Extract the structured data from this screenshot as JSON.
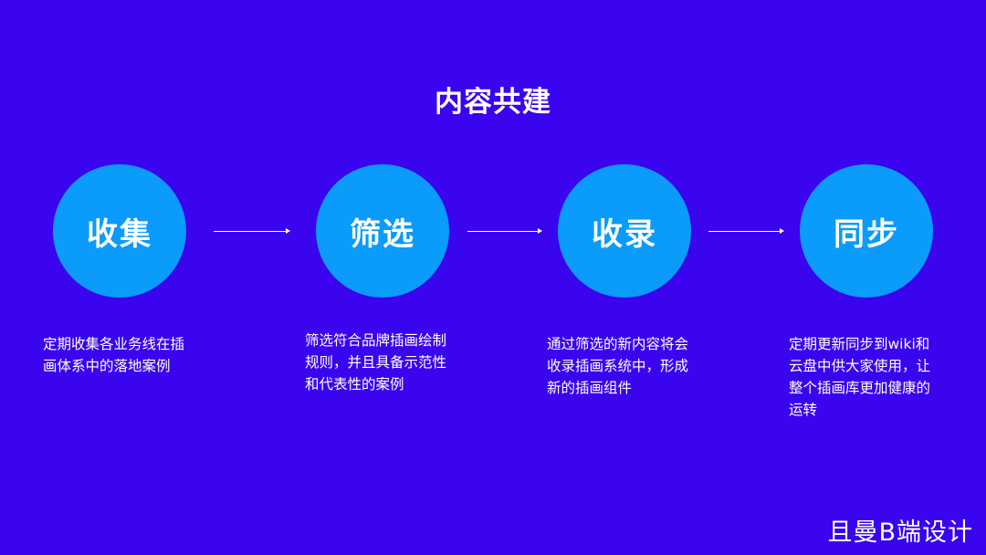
{
  "title": "内容共建",
  "steps": [
    {
      "label": "收集",
      "description": "定期收集各业务线在插\n画体系中的落地案例"
    },
    {
      "label": "筛选",
      "description": "筛选符合品牌插画绘制\n规则，并且具备示范性\n和代表性的案例"
    },
    {
      "label": "收录",
      "description": "通过筛选的新内容将会\n收录插画系统中，形成\n新的插画组件"
    },
    {
      "label": "同步",
      "description": "定期更新同步到wiki和\n云盘中供大家使用，让\n整个插画库更加健康的\n运转"
    }
  ],
  "watermark": "且曼B端设计",
  "colors": {
    "background": "#3a04ee",
    "circle": "#0b9bfa",
    "text": "#ffffff"
  }
}
